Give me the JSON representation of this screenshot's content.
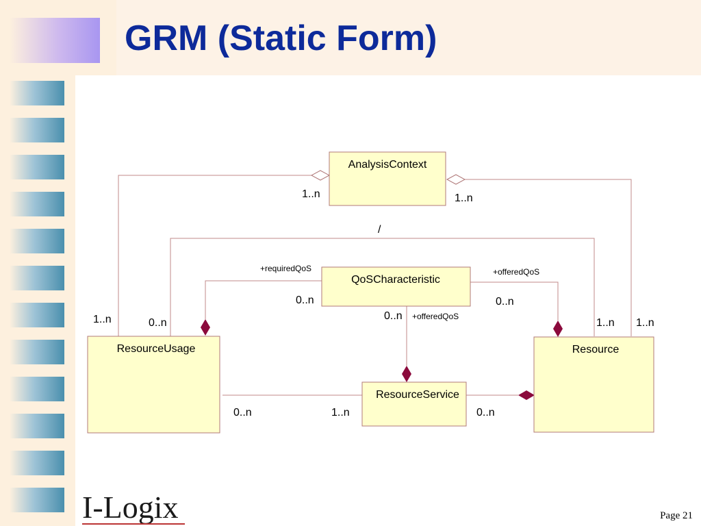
{
  "slide": {
    "title": "GRM (Static Form)",
    "logo": "I-Logix",
    "page": "Page 21"
  },
  "diagram": {
    "classes": {
      "analysis_context": "AnalysisContext",
      "qos_characteristic": "QoSCharacteristic",
      "resource_usage": "ResourceUsage",
      "resource": "Resource",
      "resource_service": "ResourceService"
    },
    "roles": {
      "required_qos": "+requiredQoS",
      "offered_qos_resource": "+offeredQoS",
      "offered_qos_service": "+offeredQoS"
    },
    "derived_marker": "/",
    "multiplicities": {
      "ac_left": "1..n",
      "ac_right": "1..n",
      "qos_left": "0..n",
      "qos_right": "0..n",
      "qos_bottom": "0..n",
      "ru_outer": "1..n",
      "ru_inner": "0..n",
      "res_inner": "1..n",
      "res_outer": "1..n",
      "ru_service": "0..n",
      "rs_left": "1..n",
      "rs_right": "0..n"
    },
    "colors": {
      "class_fill": "#ffffcc",
      "composition_diamond": "#8b0a3c",
      "title": "#0d2a9a"
    }
  }
}
